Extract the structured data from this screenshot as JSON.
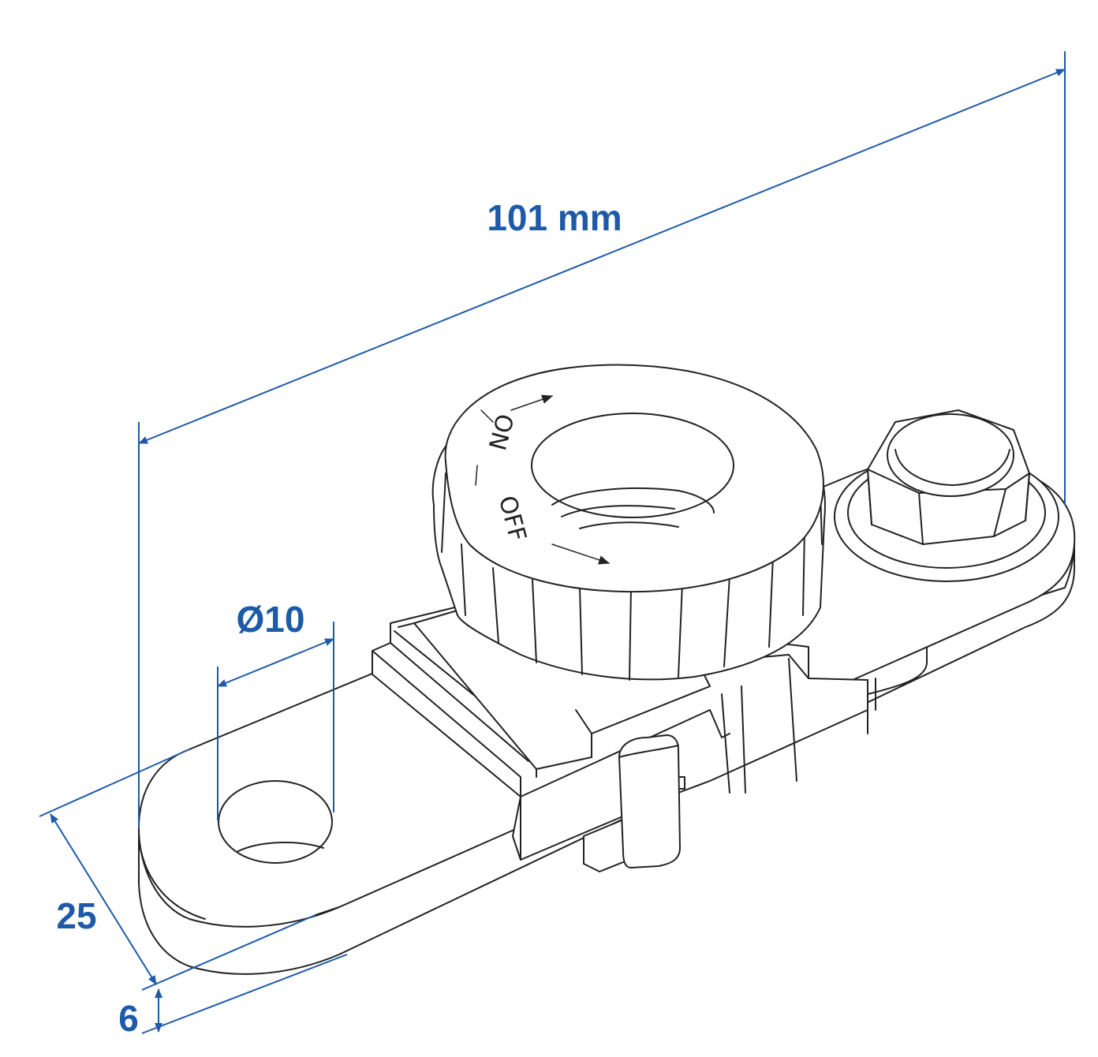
{
  "dimensions": {
    "length": "101 mm",
    "hole_diameter": "Ø10",
    "width": "25",
    "thickness": "6"
  },
  "knob_labels": {
    "on": "ON",
    "off": "OFF"
  },
  "colors": {
    "dimension": "#1d5aa8",
    "outline": "#222222",
    "background": "#ffffff"
  }
}
